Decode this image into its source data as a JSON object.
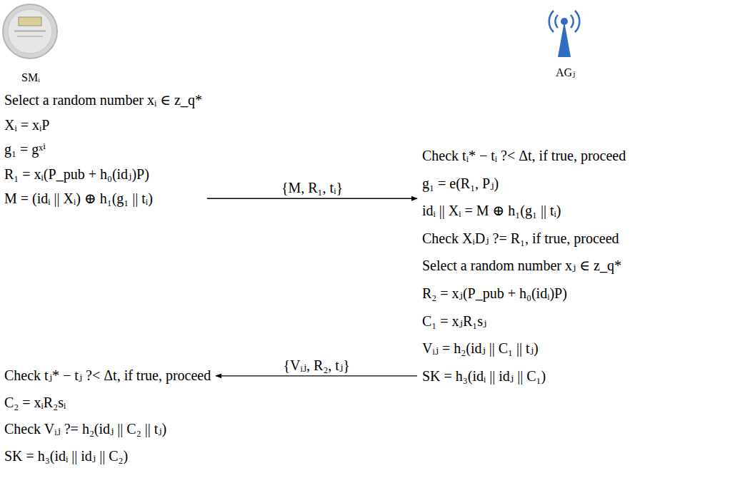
{
  "diagram": {
    "nodes": [
      {
        "text": [
          "Select a random number xᵢ ∈ z_q*",
          "Xᵢ = xᵢP",
          "g₁ = gˣⁱ",
          "R₁ = xᵢ(P_pub + h₀(idⱼ)P)",
          "M = (idᵢ || Xᵢ) ⊕ h₁(g₁ || tᵢ)"
        ]
      },
      {
        "text": [
          "Check tᵢ* − tᵢ ?< Δt, if true, proceed",
          "g₁ = e(R₁, Pⱼ)",
          "idᵢ || Xᵢ = M ⊕ h₁(g₁ || tᵢ)",
          "Check XᵢDⱼ ?= R₁, if true, proceed",
          "Select a random number xⱼ ∈ z_q*",
          "R₂ = xⱼ(P_pub + h₀(idᵢ)P)",
          "C₁ = xⱼR₁sⱼ",
          "Vᵢⱼ = h₂(idⱼ || C₁ || tⱼ)",
          "SK = h₃(idᵢ || idⱼ || C₁)"
        ]
      },
      {
        "text": [
          "Check tⱼ* − tⱼ ?< Δt, if true, proceed",
          "C₂ = xᵢR₂sᵢ",
          "Check Vᵢⱼ ?= h₂(idⱼ || C₂ || tⱼ)",
          "SK = h₃(idᵢ || idⱼ || C₂)"
        ]
      }
    ],
    "edges": [
      {
        "from": 0,
        "to": 1,
        "label": "{M, R₁, tᵢ}",
        "arrow": "to"
      },
      {
        "from": 1,
        "to": 2,
        "label": "{Vᵢⱼ, R₂, tⱼ}",
        "arrow": "to"
      }
    ],
    "labels": [
      "SMᵢ",
      "AGⱼ"
    ]
  }
}
